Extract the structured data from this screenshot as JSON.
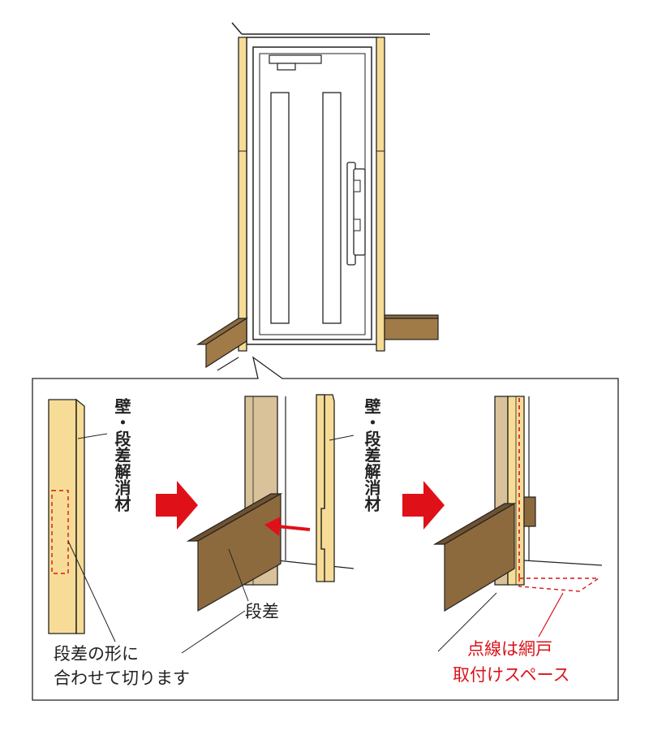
{
  "labels": {
    "material": "壁・段差解消材",
    "step": "段差",
    "cut_instruction_line1": "段差の形に",
    "cut_instruction_line2": "合わせて切ります",
    "space_note_line1": "点線は網戸",
    "space_note_line2": "取付けスペース"
  },
  "colors": {
    "wood_light": "#f6dc96",
    "wood_tan": "#d9c19a",
    "wood_brown": "#8d6a3e",
    "wood_dark": "#6f5230",
    "arrow_red": "#e01018",
    "note_red": "#d9141a",
    "line": "#222222"
  }
}
